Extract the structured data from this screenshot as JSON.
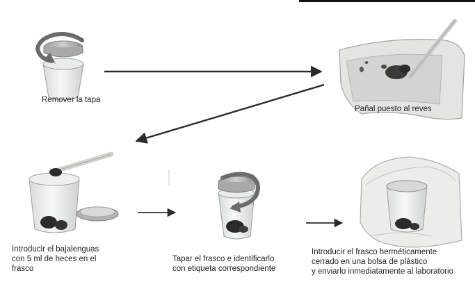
{
  "steps": [
    {
      "name": "step-remove-lid",
      "lines": [
        "Remover la tapa"
      ]
    },
    {
      "name": "step-diaper",
      "lines": [
        "Pañal puesto al reves"
      ]
    },
    {
      "name": "step-insert-spatula",
      "lines": [
        "Introducir el bajalenguas",
        "con 5 ml de heces en el",
        "frasco"
      ]
    },
    {
      "name": "step-close-label",
      "lines": [
        "Tapar el frasco e identificarlo",
        "con etiqueta correspondiente"
      ]
    },
    {
      "name": "step-bag-send",
      "lines": [
        "Introducir el frasco herméticamente",
        "cerrado en una bolsa de plástico",
        "y enviarlo inmediatamente al laboratorio"
      ]
    }
  ],
  "icons": {
    "rotate_arrow": "rotate-arrow-icon",
    "jar": "specimen-jar-icon",
    "diaper": "diaper-icon",
    "spatula": "spatula-icon",
    "lid": "jar-lid-icon",
    "bag": "plastic-bag-icon"
  },
  "colors": {
    "arrow": "#2b2b2b",
    "ink": "#1f1f1f",
    "jar_glass": "#eef0ef",
    "lid": "#b9b9b9",
    "stool": "#2a2a2a"
  }
}
